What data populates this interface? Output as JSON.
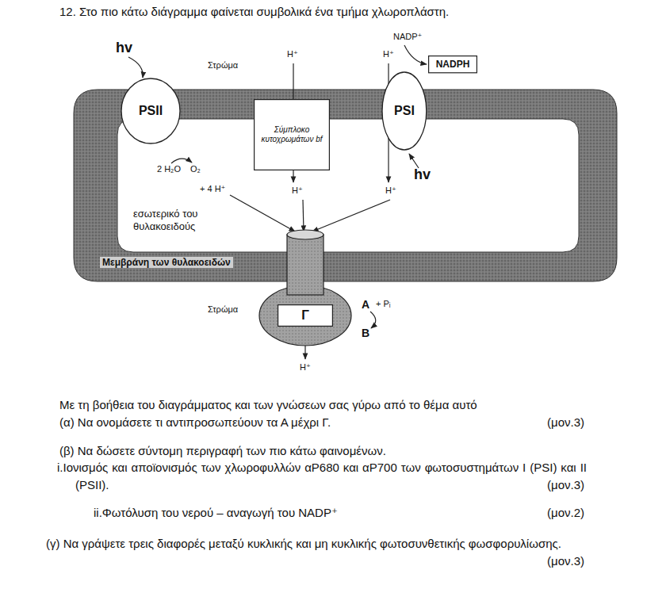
{
  "diagram": {
    "title": "12.  Στο πιο κάτω διάγραμμα φαίνεται συμβολικά ένα τμήμα χλωροπλάστη.",
    "nodes": [
      {
        "text": [
          "PSII"
        ]
      },
      {
        "text": [
          "Σύμπλοκο κυτοχρωμάτων bf"
        ]
      },
      {
        "text": [
          "PSI"
        ]
      },
      {
        "text": [
          "NADPH"
        ]
      },
      {
        "text": [
          "Γ"
        ]
      }
    ],
    "labels": [
      "hv",
      "Στρώμα",
      "NADP⁺",
      "H⁺",
      "H⁺",
      "2 H₂O",
      "O₂",
      "+ 4 H⁺",
      "H⁺",
      "H⁺",
      "hv",
      "εσωτερικό του θυλακοειδούς",
      "Μεμβράνη των θυλακοειδών",
      "Στρώμα",
      "A",
      "+ Pᵢ",
      "B",
      "H⁺",
      "Με τη βοήθεια του διαγράμματος και των γνώσεων σας γύρω από το θέμα αυτό",
      "(α) Να ονομάσετε τι αντιπροσωπεύουν τα Α μέχρι Γ.",
      "(μον.3)",
      "(β) Να δώσετε σύντομη περιγραφή των πιο κάτω φαινομένων.",
      "i.Ιονισμός και αποϊονισμός των χλωροφυλλών αP680 και αP700 των φωτοσυστημάτων Ι (PSI) και ΙΙ (PSII).",
      "(μον.3)",
      "ii.Φωτόλυση του νερού – αναγωγή του NADP⁺",
      "(μον.2)",
      "(γ) Να γράψετε τρεις διαφορές μεταξύ κυκλικής και μη κυκλικής φωτοσυνθετικής φωσφορυλίωσης.",
      "(μον.3)"
    ]
  }
}
